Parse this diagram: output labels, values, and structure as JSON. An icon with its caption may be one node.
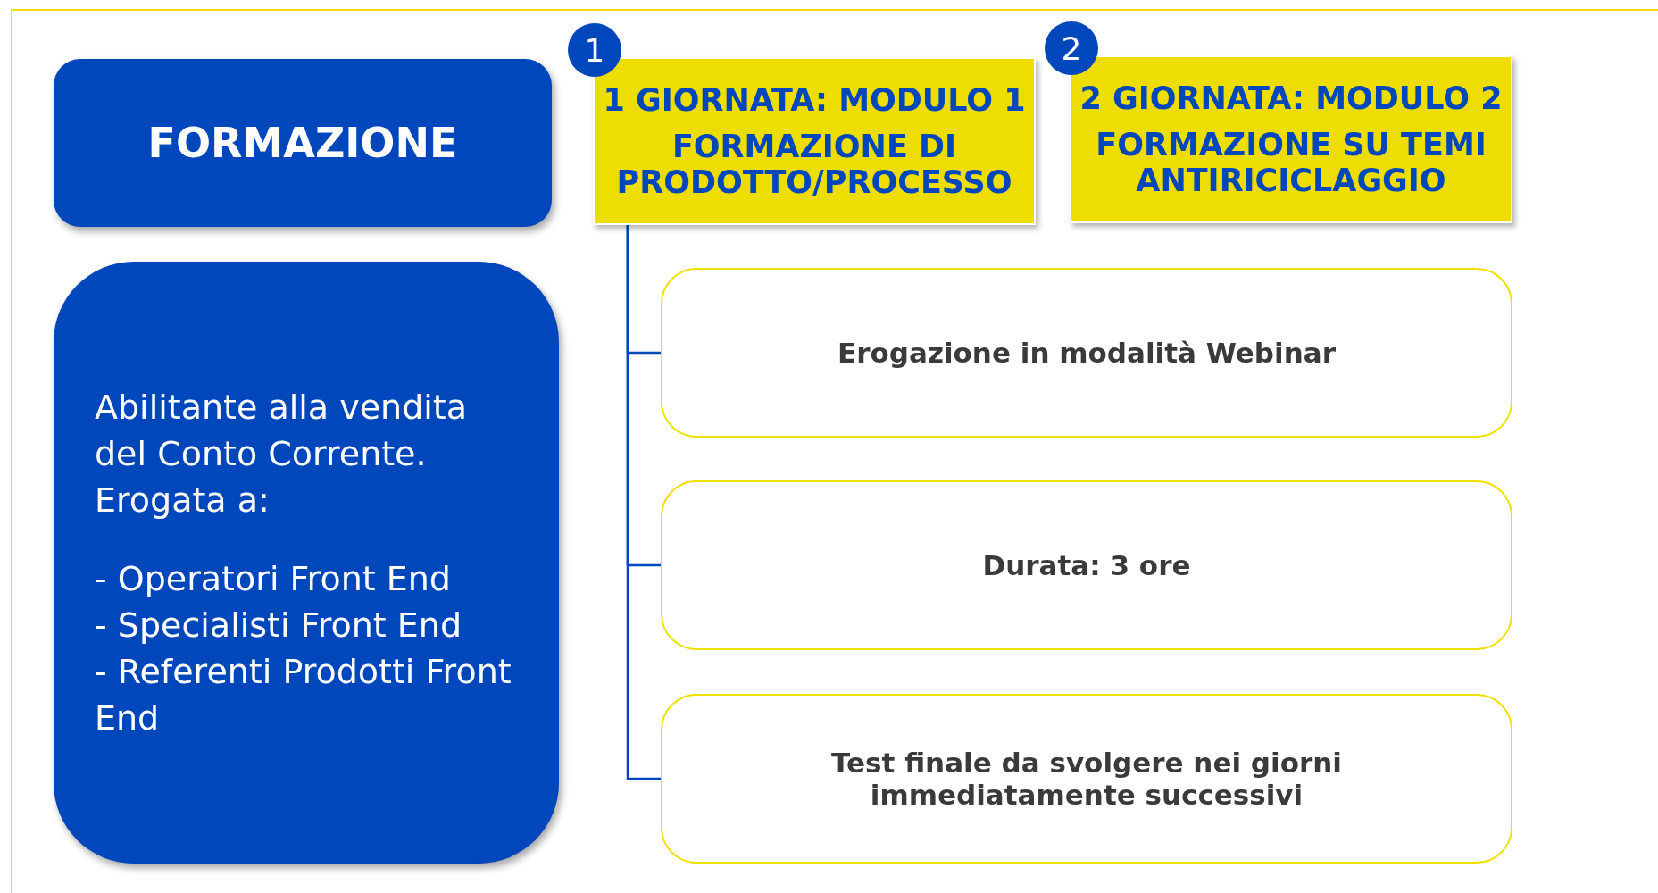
{
  "diagram": {
    "nodes": [
      {
        "text": [
          "FORMAZIONE"
        ]
      },
      {
        "text": [
          "Abilitante alla vendita del Conto Corrente. Erogata a:",
          "- Operatori Front End",
          "- Specialisti Front End",
          "- Referenti Prodotti Front End"
        ]
      },
      {
        "text": [
          "1 GIORNATA: MODULO 1",
          "FORMAZIONE DI PRODOTTO/PROCESSO"
        ],
        "beside": [
          "1"
        ]
      },
      {
        "text": [
          "2 GIORNATA: MODULO 2",
          "FORMAZIONE SU TEMI ANTIRICICLAGGIO"
        ],
        "beside": [
          "2"
        ]
      },
      {
        "text": [
          "Erogazione in modalità Webinar"
        ]
      },
      {
        "text": [
          "Durata: 3 ore"
        ]
      },
      {
        "text": [
          "Test finale da svolgere nei giorni immediatamente successivi"
        ]
      }
    ],
    "edges": [
      {
        "from": 2,
        "to": 4,
        "arrow": "none"
      },
      {
        "from": 2,
        "to": 5,
        "arrow": "none"
      },
      {
        "from": 2,
        "to": 6,
        "arrow": "none"
      }
    ]
  }
}
